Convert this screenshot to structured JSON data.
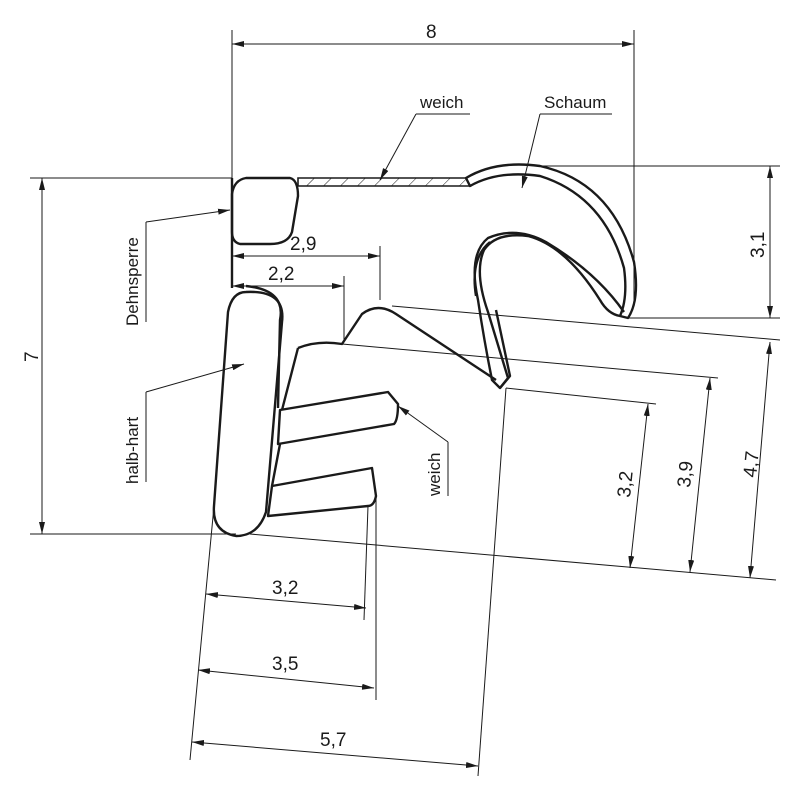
{
  "dimensions": {
    "top_width": "8",
    "overall_height": "7",
    "lip_height": "3,1",
    "gap_upper": "2,9",
    "gap_lower": "2,2",
    "depth_a": "3,2",
    "depth_b": "3,9",
    "depth_c": "4,7",
    "fin_a": "3,2",
    "fin_b": "3,5",
    "base_width": "5,7"
  },
  "labels": {
    "weich_top": "weich",
    "schaum": "Schaum",
    "dehnsperre": "Dehnsperre",
    "halb_hart": "halb-hart",
    "weich_side": "weich"
  },
  "colors": {
    "line": "#1a1a1a",
    "background": "#ffffff"
  }
}
